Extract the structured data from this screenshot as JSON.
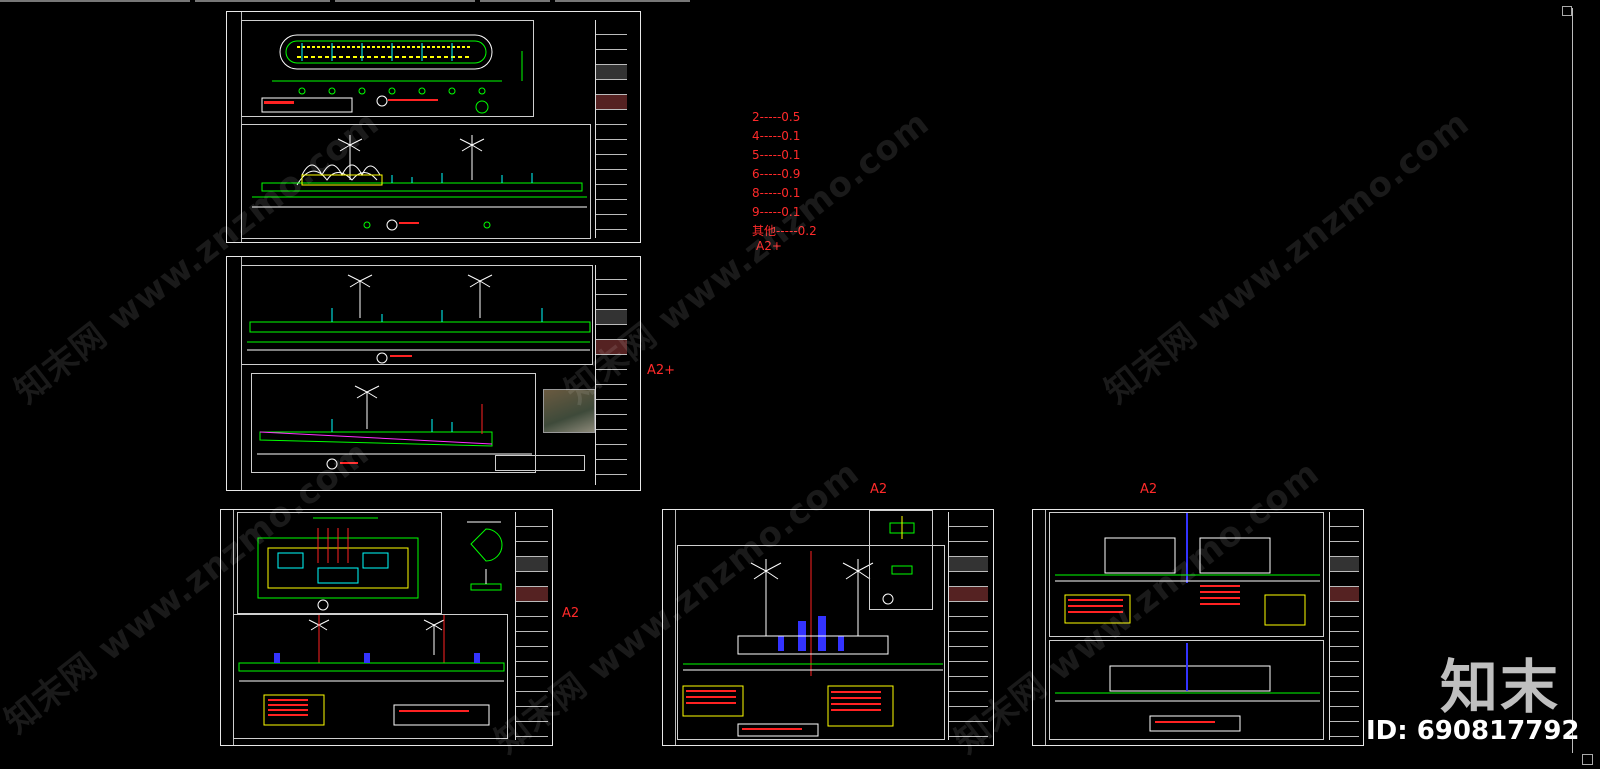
{
  "legend": {
    "lines": [
      "2-----0.5",
      "4-----0.1",
      "5-----0.1",
      "6-----0.9",
      "8-----0.1",
      "9-----0.1",
      "其他-----0.2",
      "A2+"
    ]
  },
  "sheet_labels": {
    "a2plus": "A2+",
    "a2_left": "A2",
    "a2_mid": "A2",
    "a2_right": "A2"
  },
  "watermark": {
    "text": "知末网 www.znzmo.com",
    "brand": "知末",
    "id_text": "ID: 690817792"
  },
  "colors": {
    "background": "#000000",
    "sheet_border": "#e8e8e8",
    "annotation_red": "#ff2a2a",
    "cad_green": "#00ff00",
    "cad_yellow": "#ffff00",
    "cad_cyan": "#00ffff",
    "cad_blue": "#3333ff"
  }
}
